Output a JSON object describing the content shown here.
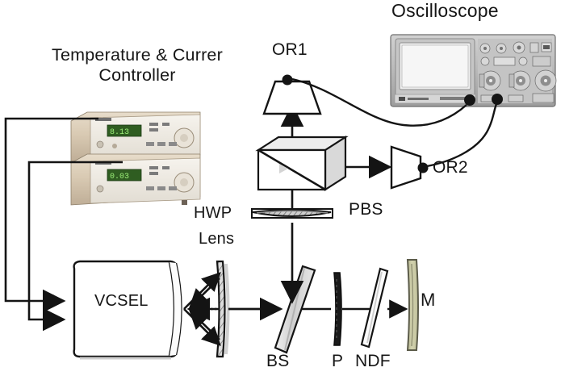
{
  "figure": {
    "title": "VCSEL optical feedback experimental setup",
    "background_color": "#ffffff",
    "line_color": "#141414"
  },
  "labels": {
    "controller_line1": "Temperature & Currer",
    "controller_line2": "Controller",
    "oscilloscope": "Oscilloscope",
    "or1": "OR1",
    "or2": "OR2",
    "pbs": "PBS",
    "hwp": "HWP",
    "lens": "Lens",
    "vcsel": "VCSEL",
    "bs": "BS",
    "p": "P",
    "ndf": "NDF",
    "m": "M"
  },
  "components": {
    "controller": {
      "name": "Temperature & Current Controller",
      "kind": "instrument-stack",
      "units": 2,
      "body_color": "#d8c9b5",
      "face_color": "#efeae2",
      "display_color": "#3f6b2b"
    },
    "oscilloscope": {
      "name": "Oscilloscope",
      "kind": "instrument",
      "body_color": "#bdbdbd",
      "screen_color": "#e8e8e8",
      "inputs": 2
    },
    "or1": {
      "name": "Optical Receiver 1",
      "kind": "detector",
      "orientation": "up",
      "fill": "#ffffff"
    },
    "or2": {
      "name": "Optical Receiver 2",
      "kind": "detector",
      "orientation": "right",
      "fill": "#ffffff"
    },
    "pbs": {
      "name": "Polarizing Beam Splitter",
      "kind": "cube-3d",
      "top_face": "#ededed",
      "right_face": "#d9d9d9"
    },
    "hwp_lens": {
      "name": "Half Wave Plate / Lens",
      "kind": "horizontal-plate",
      "fill": "#d4d4d4"
    },
    "vcsel": {
      "name": "VCSEL laser",
      "kind": "cylinder",
      "fill": "#ffffff"
    },
    "collimating_lens": {
      "name": "Collimating Lens",
      "kind": "vertical-lens",
      "fill": "#f2f2f2"
    },
    "bs": {
      "name": "Beam Splitter",
      "kind": "tilted-plate",
      "fill": "#d0d0d0",
      "tilt_deg": 22
    },
    "p": {
      "name": "Polarizer",
      "kind": "vertical-plate",
      "fill": "#1c1c1c"
    },
    "ndf": {
      "name": "Neutral Density Filter",
      "kind": "tilted-plate",
      "fill": "#fafafa",
      "tilt_deg": 14
    },
    "m": {
      "name": "Mirror",
      "kind": "vertical-plate",
      "fill": "#c9c9a0"
    }
  },
  "connections": [
    {
      "from": "controller",
      "to": "vcsel",
      "type": "electrical-wire"
    },
    {
      "from": "controller",
      "to": "vcsel",
      "type": "electrical-wire"
    },
    {
      "from": "or1",
      "to": "oscilloscope",
      "type": "coax-cable"
    },
    {
      "from": "or2",
      "to": "oscilloscope",
      "type": "coax-cable"
    }
  ],
  "beam_paths": [
    {
      "from": "vcsel",
      "to": "bs",
      "direction": "right"
    },
    {
      "from": "bs",
      "to": "p",
      "direction": "right"
    },
    {
      "from": "p",
      "to": "ndf",
      "direction": "right"
    },
    {
      "from": "ndf",
      "to": "m",
      "direction": "right"
    },
    {
      "from": "bs",
      "to": "hwp_lens",
      "direction": "up"
    },
    {
      "from": "hwp_lens",
      "to": "pbs",
      "direction": "up"
    },
    {
      "from": "pbs",
      "to": "or1",
      "direction": "up"
    },
    {
      "from": "pbs",
      "to": "or2",
      "direction": "right"
    }
  ]
}
